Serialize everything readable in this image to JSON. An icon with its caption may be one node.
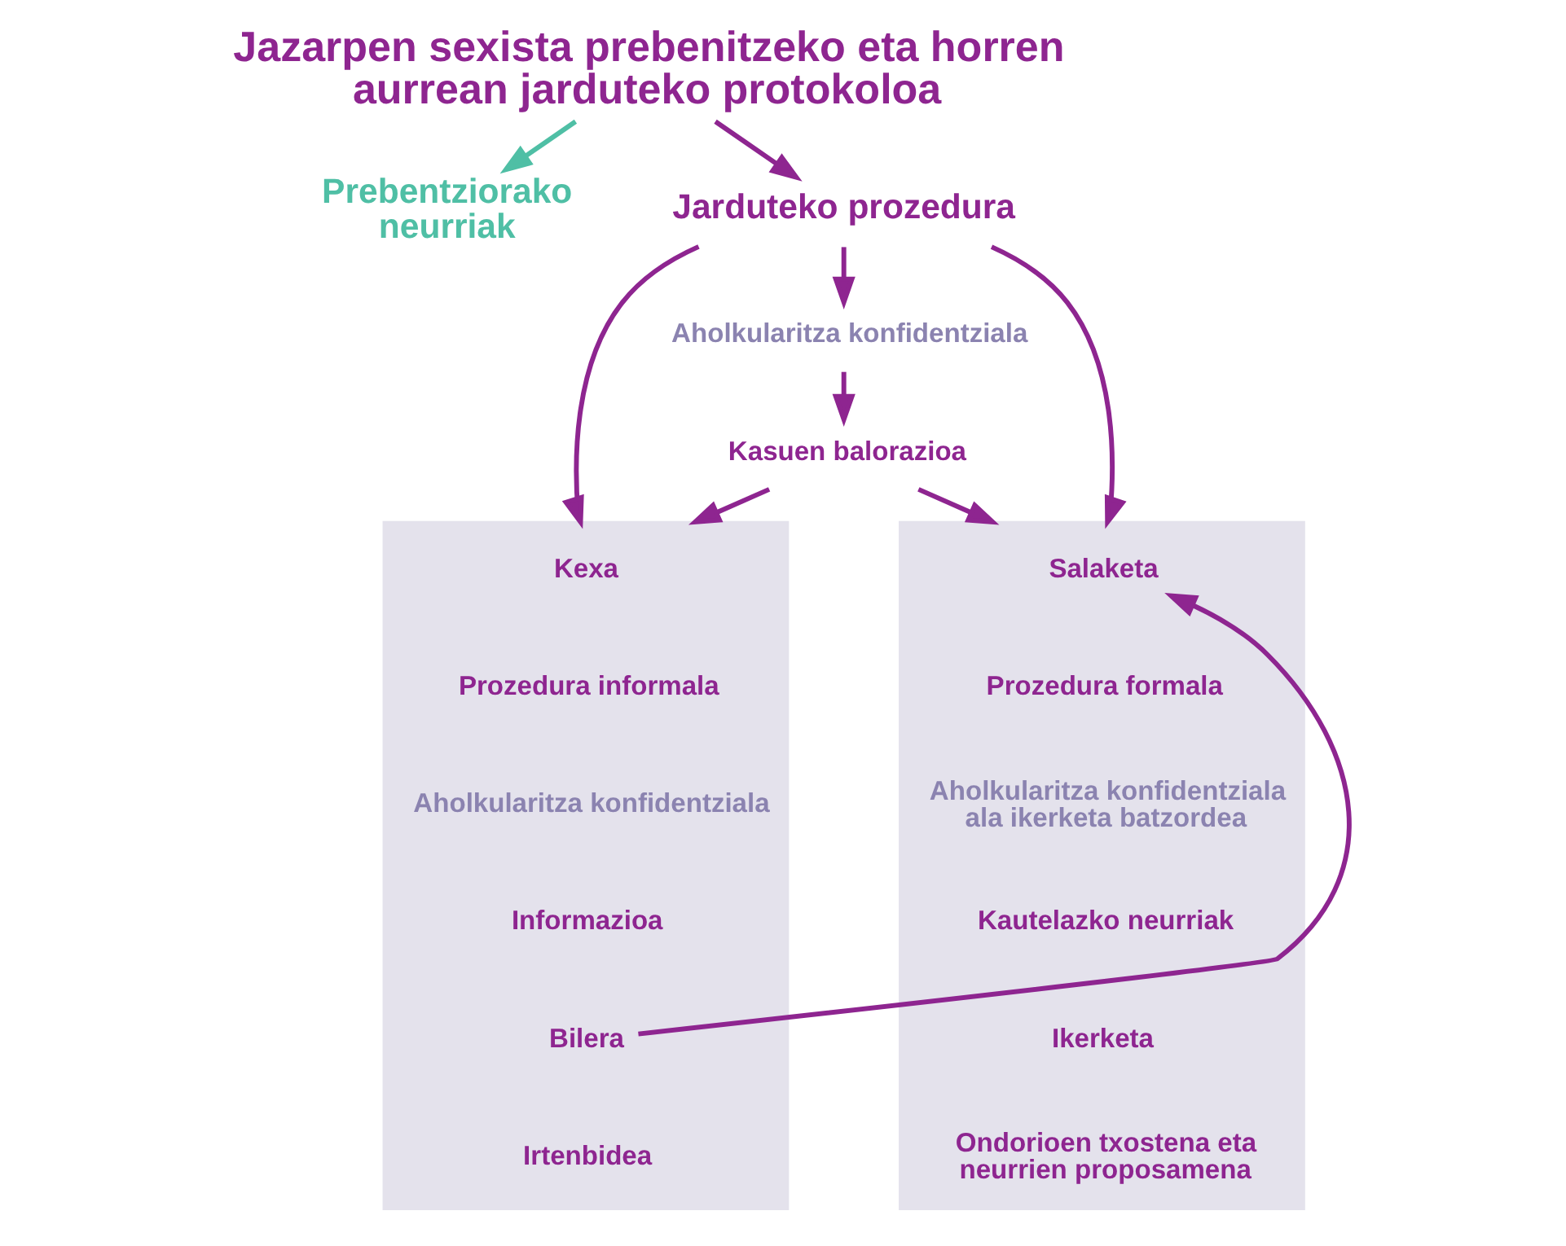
{
  "diagram": {
    "nodes": [
      {
        "text": [
          "Jazarpen sexista prebenitzeko eta horren aurrean jarduteko protokoloa"
        ]
      },
      {
        "text": [
          "Prebentziorako neurriak"
        ]
      },
      {
        "text": [
          "Jarduteko prozedura"
        ]
      },
      {
        "text": [
          "Aholkularitza konfidentziala"
        ]
      },
      {
        "text": [
          "Kasuen balorazioa"
        ]
      },
      {
        "text": [],
        "shape": "box"
      },
      {
        "text": [
          "Kexa"
        ],
        "in": 5
      },
      {
        "text": [
          "Prozedura informala"
        ],
        "in": 5
      },
      {
        "text": [
          "Aholkularitza konfidentziala"
        ],
        "in": 5
      },
      {
        "text": [
          "Informazioa"
        ],
        "in": 5
      },
      {
        "text": [
          "Bilera"
        ],
        "in": 5
      },
      {
        "text": [
          "Irtenbidea"
        ],
        "in": 5
      },
      {
        "text": [],
        "shape": "box"
      },
      {
        "text": [
          "Salaketa"
        ],
        "in": 12
      },
      {
        "text": [
          "Prozedura formala"
        ],
        "in": 12
      },
      {
        "text": [
          "Aholkularitza konfidentziala ala ikerketa batzordea"
        ],
        "in": 12
      },
      {
        "text": [
          "Kautelazko neurriak"
        ],
        "in": 12
      },
      {
        "text": [
          "Ikerketa"
        ],
        "in": 12
      },
      {
        "text": [
          "Ondorioen txostena eta neurrien proposamena"
        ],
        "in": 12
      }
    ],
    "edges": [
      {
        "from": 0,
        "to": 1,
        "arrow": "to",
        "color": "#4fbfa5"
      },
      {
        "from": 0,
        "to": 2,
        "arrow": "to"
      },
      {
        "from": 2,
        "to": 3,
        "arrow": "to"
      },
      {
        "from": 3,
        "to": 4,
        "arrow": "to"
      },
      {
        "from": 2,
        "to": 5,
        "arrow": "to"
      },
      {
        "from": 2,
        "to": 12,
        "arrow": "to"
      },
      {
        "from": 4,
        "to": 5,
        "arrow": "to"
      },
      {
        "from": 4,
        "to": 12,
        "arrow": "to"
      },
      {
        "from": 10,
        "to": 13,
        "arrow": "to"
      }
    ]
  }
}
